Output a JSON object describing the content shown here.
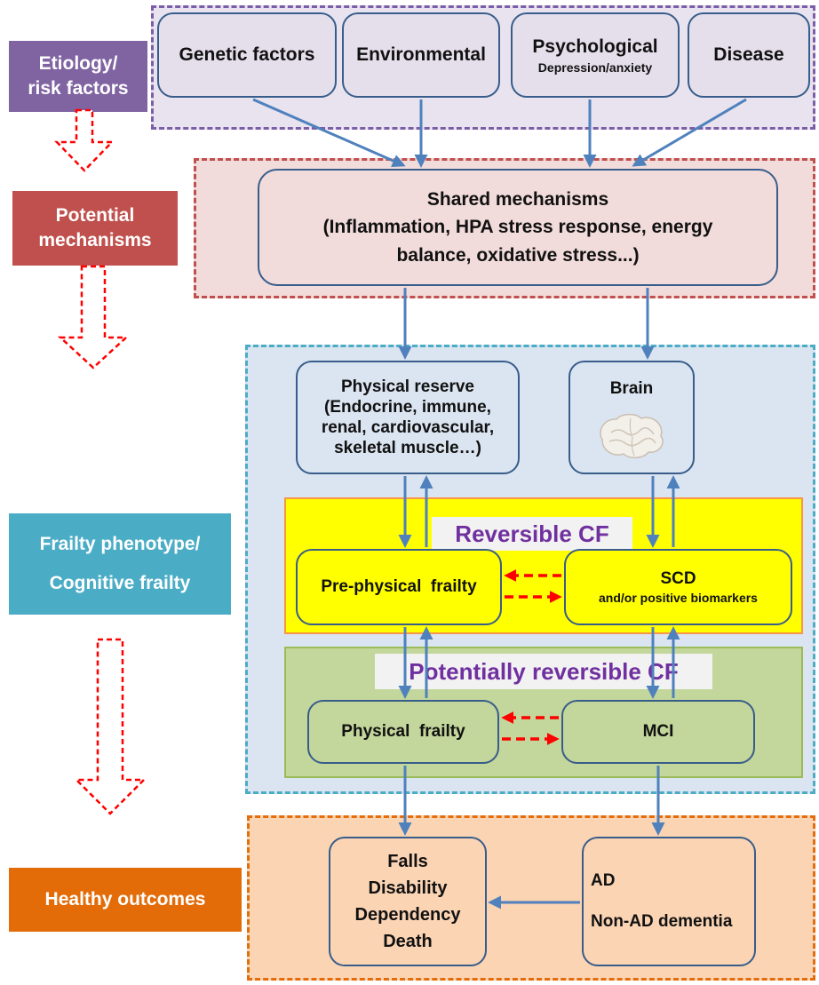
{
  "stage_labels": {
    "etiology": "Etiology/\nrisk factors",
    "mechanisms": "Potential\nmechanisms",
    "frailty": "Frailty phenotype/\nCognitive frailty",
    "outcomes": "Healthy outcomes"
  },
  "risk_factors": {
    "genetic": "Genetic factors",
    "environmental": "Environmental",
    "psychological_title": "Psychological",
    "psychological_sub": "Depression/anxiety",
    "disease": "Disease"
  },
  "shared_mechanisms": {
    "title": "Shared mechanisms",
    "line1": "(Inflammation, HPA stress response, energy",
    "line2": "balance, oxidative stress...)"
  },
  "physical_reserve": {
    "line1": "Physical reserve",
    "line2": "(Endocrine, immune,",
    "line3": "renal, cardiovascular,",
    "line4": "skeletal muscle…)"
  },
  "brain": {
    "label": "Brain"
  },
  "reversible_cf": {
    "badge": "Reversible CF",
    "pre_physical_frailty": "Pre-physical  frailty",
    "scd_title": "SCD",
    "scd_sub": "and/or positive biomarkers"
  },
  "potentially_reversible_cf": {
    "badge": "Potentially reversible CF",
    "physical_frailty": "Physical  frailty",
    "mci": "MCI"
  },
  "outcomes": {
    "physical": [
      "Falls",
      "Disability",
      "Dependency",
      "Death"
    ],
    "dementia_1": "AD",
    "dementia_2": "Non-AD dementia"
  },
  "colors": {
    "etiology": "#8064a2",
    "mechanisms": "#c0504d",
    "frailty": "#4bacc6",
    "outcomes": "#e46c0a",
    "arrow_blue": "#4f81bd",
    "arrow_red": "#ff0000",
    "badge_purple": "#7030a0"
  }
}
